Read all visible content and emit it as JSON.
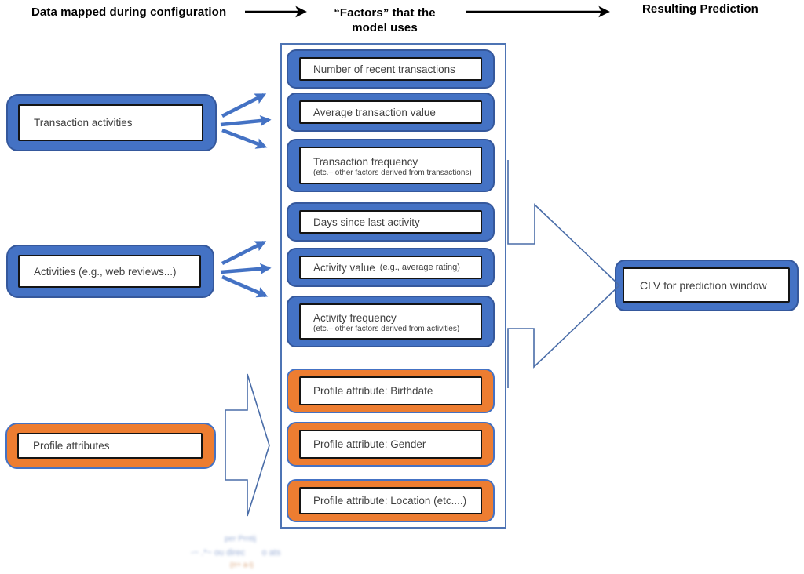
{
  "header": {
    "left": "Data mapped during configuration",
    "middle_line1": "“Factors” that the",
    "middle_line2": "model uses",
    "right": "Resulting Prediction"
  },
  "sources": [
    {
      "label": "Transaction activities",
      "color": "#4472C4"
    },
    {
      "label": "Activities (e.g., web reviews...)",
      "color": "#4472C4"
    },
    {
      "label": "Profile attributes",
      "color": "#ED7D31"
    }
  ],
  "factors": [
    {
      "label": "Number of recent transactions",
      "color": "#4472C4"
    },
    {
      "label": "Average transaction value",
      "color": "#4472C4"
    },
    {
      "label": "Transaction frequency",
      "sub": "(etc.– other factors derived from transactions)",
      "color": "#4472C4"
    },
    {
      "label": "Days since last activity",
      "color": "#4472C4"
    },
    {
      "label": "Activity value",
      "note": "(e.g., average rating)",
      "color": "#4472C4"
    },
    {
      "label": "Activity frequency",
      "sub": "(etc.– other factors derived from activities)",
      "color": "#4472C4"
    },
    {
      "label": "Profile attribute: Birthdate",
      "color": "#ED7D31"
    },
    {
      "label": "Profile attribute: Gender",
      "color": "#ED7D31"
    },
    {
      "label": "Profile attribute: Location (etc....)",
      "color": "#ED7D31"
    }
  ],
  "prediction": {
    "label": "CLV for prediction window"
  },
  "footnote": {
    "line1": "per Prntij",
    "line2": "-~ .*~ ou direc       o ats",
    "line3": "(rr+ a-i)"
  },
  "colors": {
    "accent_blue": "#4472C4",
    "accent_orange": "#ED7D31",
    "outline_blue": "#4e74b4",
    "inner_border": "#141414",
    "text": "#3f3f3f"
  }
}
